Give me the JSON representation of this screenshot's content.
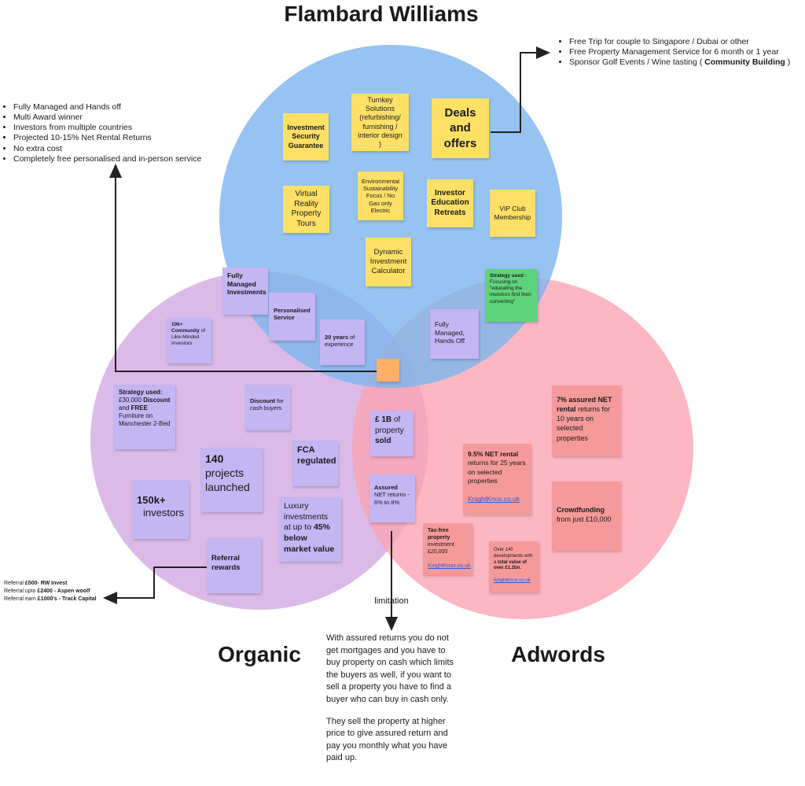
{
  "titles": {
    "top": "Flambard Williams",
    "left": "Organic",
    "right": "Adwords"
  },
  "colors": {
    "blue_circle": "#7fb6ee",
    "purple_circle": "#d7b0e4",
    "pink_circle": "#fba3b2"
  },
  "top_right_bullets": [
    "Free Trip for couple to Singapore / Dubai or other",
    "Free Property Management Service for 6 month or 1 year",
    "Sponsor Golf Events / Wine tasting ( ",
    "Community Building",
    " )"
  ],
  "left_bullets": [
    "Fully Managed and Hands off",
    "Multi Award winner",
    "Investors from multiple countries",
    "Projected 10-15% Net Rental Returns",
    "No extra cost",
    "Completely free personalised and in-person service"
  ],
  "referrals": [
    {
      "pre": "Referral ",
      "bold": "£500- RW Invest"
    },
    {
      "pre": "Referral upto ",
      "bold": "£2400 - Aspen woolf"
    },
    {
      "pre": "Referral earn ",
      "bold": "£1000's - Track Capital"
    }
  ],
  "limitation": {
    "label": "limitation",
    "p1": "With assured returns you do not get mortgages and you have to buy property on cash which limits the  buyers as well, if you want to sell a property you have to find a buyer who can buy in cash only.",
    "p2": "They sell the property at higher price to give assured return and pay you monthly what you have paid up."
  },
  "notes": {
    "investment_security": "Investment Security Guarantee",
    "turnkey": "Turnkey Solutions (refurbishing/ furnishing / interior design )",
    "deals": "Deals and offers",
    "virtual_reality": "Virtual Reality Property Tours",
    "environmental": "Environmental Sustainability Focus / No Gas only Electric",
    "investor_education": "Investor Education Retreats",
    "vip_club": "VIP Club Membership",
    "dynamic_calc": "Dynamic Investment Calculator",
    "fully_managed_investments": "Fully Managed Investments",
    "personalised_service": "Personalised Service",
    "twenty_years_bold": "20 years",
    "twenty_years_rest": " of experience",
    "community_bold": "10k+ Community",
    "community_rest": " of Like-Minded Investors",
    "strategy_green_bold": "Strategy used :",
    "strategy_green_rest": "Focusing on \"educating the investors first then converting\"",
    "fully_managed_hands_off": "Fully Managed, Hands Off",
    "strategy_org_bold": "Strategy used:",
    "strategy_org_l1": "£30,000 ",
    "strategy_org_b2": "Discount",
    "strategy_org_l2": " and ",
    "strategy_org_b3": "FREE",
    "strategy_org_l3": " Furniture on Manchester 2-Bed",
    "discount_bold": "Discount",
    "discount_rest": " for cash buyers",
    "projects_num": "140",
    "projects_rest": "projects launched",
    "fca": "FCA regulated",
    "investors_num": "150k+",
    "investors_rest": "investors",
    "luxury_pre": "Luxury investments at up to ",
    "luxury_bold": "45% below market value",
    "referral_rewards": "Referral rewards",
    "sold_bold": "£ 1B",
    "sold_mid": " of property ",
    "sold_bold2": "sold",
    "assured_bold": "Assured",
    "assured_rest": " NET returns - 6% to 8%",
    "seven_bold": "7% assured NET rental",
    "seven_rest": " returns for 10 years on selected properties",
    "nine_bold": "9.5%  NET rental",
    "nine_rest": " returns for 25 years on selected properties",
    "knightknox": "KnightKnox.co.uk",
    "crowdfunding_bold": "Crowdfunding",
    "crowdfunding_rest": " from just £10,000",
    "taxfree_bold": "Tax-free property",
    "taxfree_rest": " investment £20,000",
    "over140_pre": "Over 140 developments with a ",
    "over140_bold": "total value of over £1.2bn."
  }
}
